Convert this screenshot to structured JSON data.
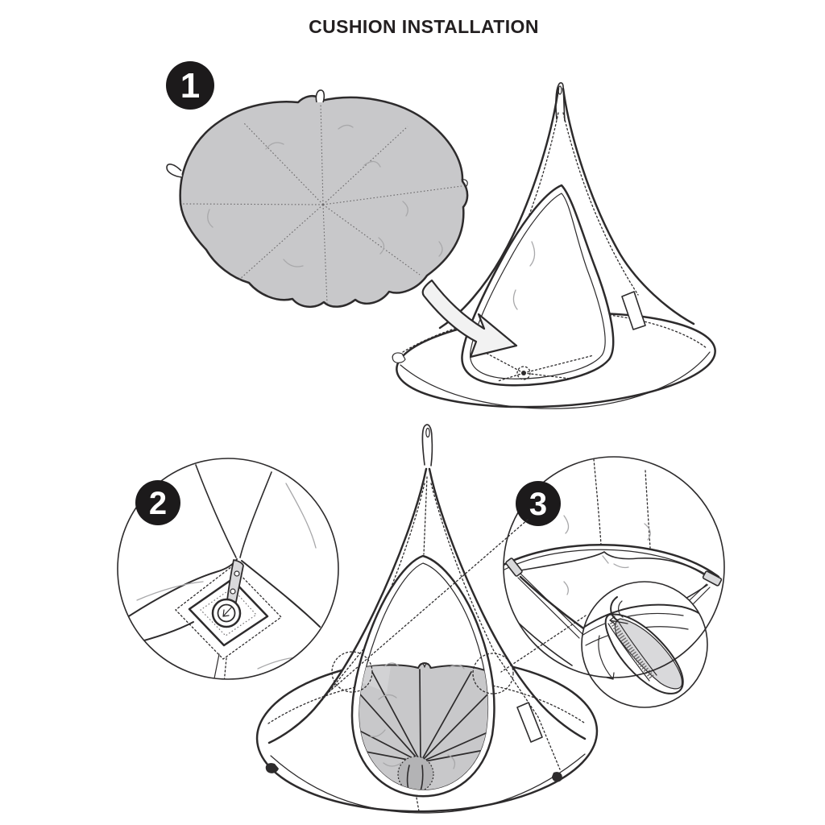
{
  "title": "CUSHION INSTALLATION",
  "steps": [
    {
      "number": "1"
    },
    {
      "number": "2"
    },
    {
      "number": "3"
    }
  ],
  "icons": {
    "insert_arrow": "curved-arrow-down-right",
    "toggle_arrow": "arrow-down-left",
    "zipper_arrow_upper": "arrow-left",
    "zipper_arrow_lower": "curved-arrow-down"
  },
  "colors": {
    "background": "#ffffff",
    "title-text": "#231f20",
    "line": "#2d2b2c",
    "light-line": "#a8a8aa",
    "cushion-fill": "#c8c8ca",
    "cushion-shade": "#b3b3b5",
    "strap-fill": "#d9d9db",
    "arrow-fill": "#f2f2f2",
    "badge-bg": "#1c1a1b",
    "badge-text": "#ffffff"
  }
}
